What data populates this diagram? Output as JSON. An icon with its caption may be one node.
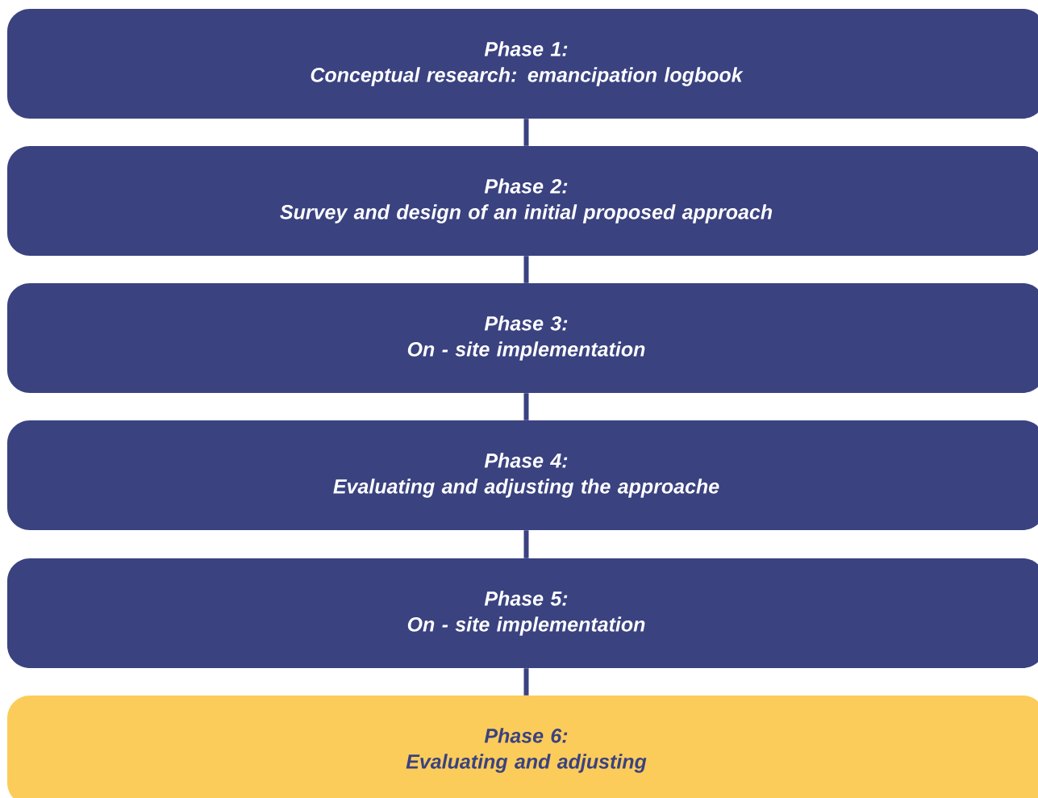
{
  "diagram": {
    "nodes": [
      {
        "text": [
          "Phase 1:",
          "Conceptual research: emancipation logbook"
        ]
      },
      {
        "text": [
          "Phase 2:",
          "Survey and design of an initial proposed approach"
        ]
      },
      {
        "text": [
          "Phase 3:",
          "On - site implementation"
        ]
      },
      {
        "text": [
          "Phase 4:",
          "Evaluating and adjusting the approache"
        ]
      },
      {
        "text": [
          "Phase 5:",
          "On - site implementation"
        ]
      },
      {
        "text": [
          "Phase 6:",
          "Evaluating and adjusting"
        ]
      }
    ],
    "edges": [
      {
        "from": 0,
        "to": 1,
        "arrow": "none"
      },
      {
        "from": 1,
        "to": 2,
        "arrow": "none"
      },
      {
        "from": 2,
        "to": 3,
        "arrow": "none"
      },
      {
        "from": 3,
        "to": 4,
        "arrow": "none"
      },
      {
        "from": 4,
        "to": 5,
        "arrow": "none"
      }
    ]
  }
}
